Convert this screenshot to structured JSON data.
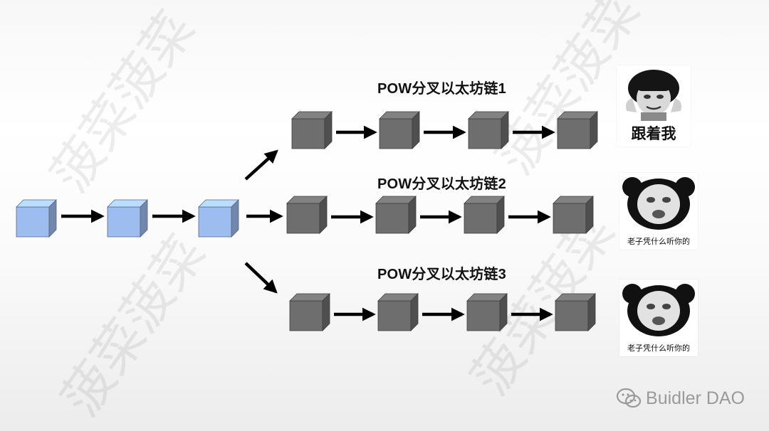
{
  "watermark": {
    "repeat_text": "菠菜菠菜",
    "brand": "Buidler DAO",
    "brand_icon": "wechat-icon"
  },
  "colors": {
    "main_block": "#9dbcef",
    "fork_block": "#6e6e6e",
    "arrow": "#000000",
    "background": "#f4f4f4"
  },
  "chains": [
    {
      "id": 1,
      "label": "POW分叉以太坊链1",
      "block_count": 4
    },
    {
      "id": 2,
      "label": "POW分叉以太坊链2",
      "block_count": 4
    },
    {
      "id": 3,
      "label": "POW分叉以太坊链3",
      "block_count": 4
    }
  ],
  "main_chain": {
    "block_count": 3
  },
  "memes": [
    {
      "icon": "mushroom-hair-boy-icon",
      "caption": "跟着我"
    },
    {
      "icon": "panda-face-icon",
      "caption": "老子凭什么听你的"
    },
    {
      "icon": "panda-face-icon",
      "caption": "老子凭什么听你的"
    }
  ]
}
